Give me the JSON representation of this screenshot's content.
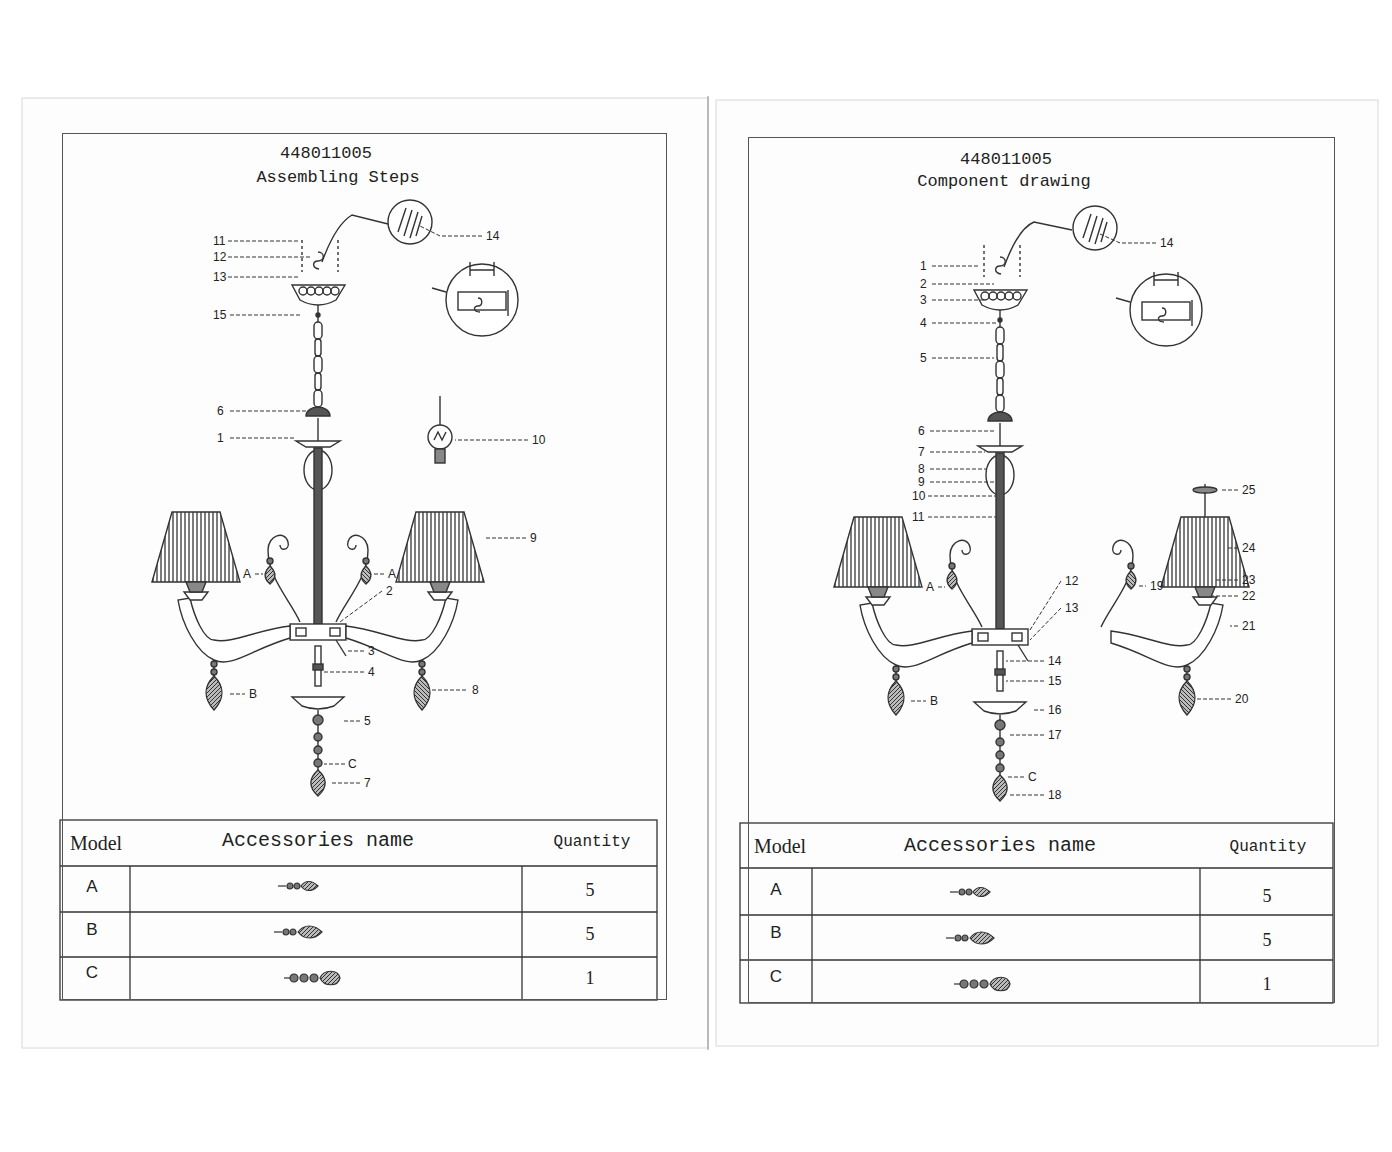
{
  "diagram": {
    "nodes": [
      {
        "text": [
          "448011005",
          "Assembling Steps"
        ]
      },
      {
        "text": [
          "448011005",
          "Component drawing"
        ]
      }
    ],
    "labels": [
      "11",
      "12",
      "13",
      "14",
      "15",
      "6",
      "1",
      "10",
      "9",
      "A",
      "A",
      "2",
      "3",
      "4",
      "B",
      "8",
      "5",
      "C",
      "7",
      "Model",
      "Accessories name",
      "Quantity",
      "A",
      "5",
      "B",
      "5",
      "C",
      "1",
      "14",
      "1",
      "2",
      "3",
      "4",
      "5",
      "6",
      "7",
      "8",
      "9",
      "10",
      "11",
      "A",
      "25",
      "24",
      "19",
      "23",
      "22",
      "21",
      "12",
      "13",
      "14",
      "15",
      "B",
      "20",
      "16",
      "17",
      "C",
      "18",
      "Model",
      "Accessories name",
      "Quantity",
      "A",
      "5",
      "B",
      "5",
      "C",
      "1"
    ]
  }
}
